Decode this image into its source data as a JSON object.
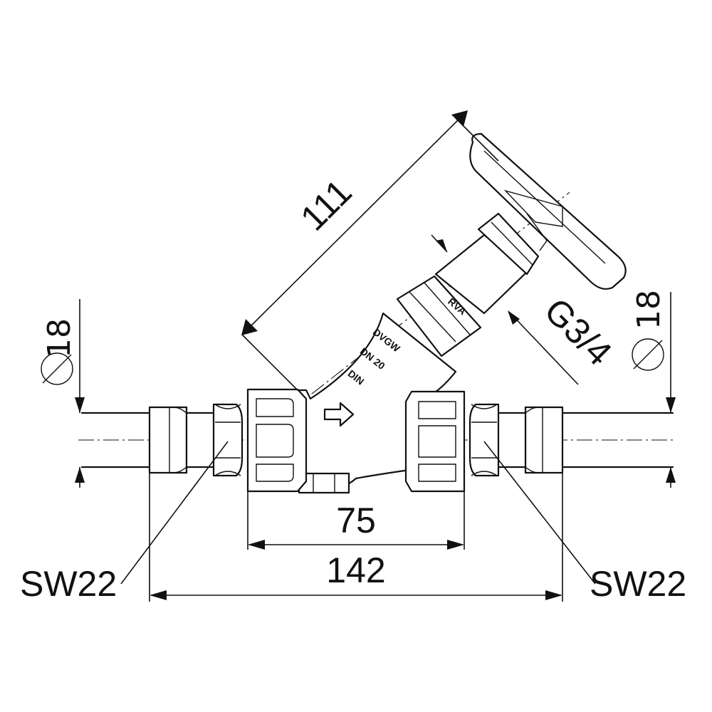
{
  "dimensions": {
    "length_total": "142",
    "length_body": "75",
    "height_handwheel": "111",
    "thread": "G3/4",
    "pipe_diameter_left": "18",
    "pipe_diameter_right": "18",
    "wrench_size_left": "SW22",
    "wrench_size_right": "SW22",
    "diameter_symbol": "⌀"
  },
  "body_markings": {
    "line1": "DVGW",
    "line2": "DN 20",
    "line3": "DIN",
    "bonnet_mark": "RVA"
  },
  "colors": {
    "line": "#111111",
    "background": "#ffffff"
  }
}
